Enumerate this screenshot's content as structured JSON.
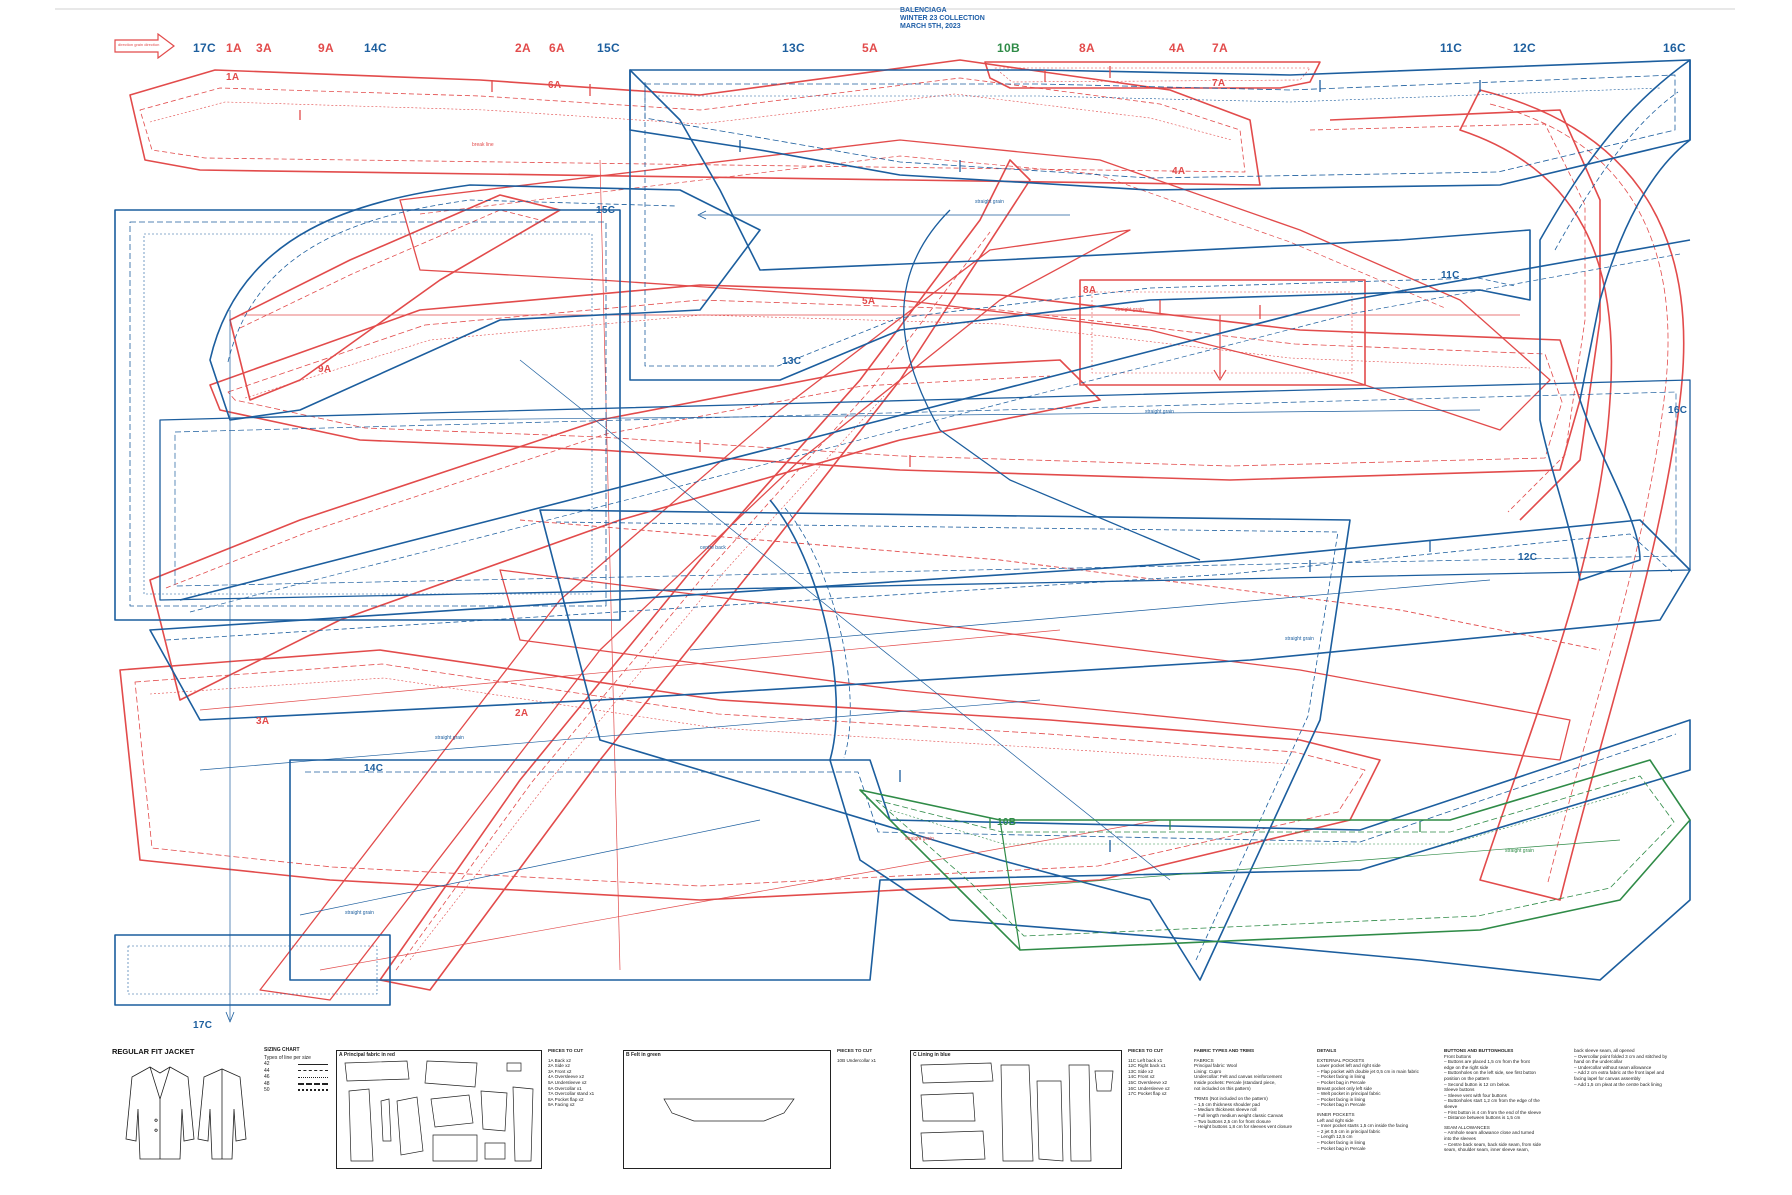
{
  "header": {
    "brand": "BALENCIAGA",
    "collection": "WINTER 23 COLLECTION",
    "date": "MARCH 5TH, 2023"
  },
  "direction_arrow": {
    "label": "direction grain direction",
    "icon": "arrow-right-icon"
  },
  "top_labels": [
    {
      "text": "17C",
      "color": "blue"
    },
    {
      "text": "1A",
      "color": "red"
    },
    {
      "text": "3A",
      "color": "red"
    },
    {
      "text": "9A",
      "color": "red"
    },
    {
      "text": "14C",
      "color": "blue"
    },
    {
      "text": "2A",
      "color": "red"
    },
    {
      "text": "6A",
      "color": "red"
    },
    {
      "text": "15C",
      "color": "blue"
    },
    {
      "text": "13C",
      "color": "blue"
    },
    {
      "text": "5A",
      "color": "red"
    },
    {
      "text": "10B",
      "color": "green"
    },
    {
      "text": "8A",
      "color": "red"
    },
    {
      "text": "4A",
      "color": "red"
    },
    {
      "text": "7A",
      "color": "red"
    },
    {
      "text": "11C",
      "color": "blue"
    },
    {
      "text": "12C",
      "color": "blue"
    },
    {
      "text": "16C",
      "color": "blue"
    }
  ],
  "piece_labels": [
    {
      "text": "1A",
      "color": "red"
    },
    {
      "text": "6A",
      "color": "red"
    },
    {
      "text": "7A",
      "color": "red"
    },
    {
      "text": "4A",
      "color": "red"
    },
    {
      "text": "15C",
      "color": "blue"
    },
    {
      "text": "8A",
      "color": "red"
    },
    {
      "text": "11C",
      "color": "blue"
    },
    {
      "text": "9A",
      "color": "red"
    },
    {
      "text": "5A",
      "color": "red"
    },
    {
      "text": "13C",
      "color": "blue"
    },
    {
      "text": "16C",
      "color": "blue"
    },
    {
      "text": "12C",
      "color": "blue"
    },
    {
      "text": "3A",
      "color": "red"
    },
    {
      "text": "2A",
      "color": "red"
    },
    {
      "text": "14C",
      "color": "blue"
    },
    {
      "text": "10B",
      "color": "green"
    },
    {
      "text": "17C",
      "color": "blue"
    }
  ],
  "grain_labels": [
    "straight grain",
    "straight grain",
    "straight grain",
    "straight grain",
    "straight grain",
    "straight grain",
    "straight grain",
    "straight grain",
    "centre back",
    "break line"
  ],
  "footer": {
    "jacket_title": "REGULAR FIT JACKET",
    "sizing": {
      "heading": "SIZING CHART",
      "subheading": "Types of line per size",
      "sizes": [
        "42",
        "44",
        "46",
        "48",
        "50"
      ]
    },
    "box_a": {
      "title": "A Principal fabric in red"
    },
    "pieces_a": {
      "heading": "PIECES TO CUT",
      "items": [
        "1A Back x2",
        "2A Side x2",
        "3A Front x2",
        "4A Oversleeve x2",
        "5A Undersleeve x2",
        "6A Overcollar x1",
        "7A Overcollar stand x1",
        "8A Pocket flap x2",
        "9A Facing x2"
      ]
    },
    "box_b": {
      "title": "B Felt in green"
    },
    "pieces_b": {
      "heading": "PIECES TO CUT",
      "items": [
        "10B Undercollar x1"
      ]
    },
    "box_c": {
      "title": "C Lining in blue"
    },
    "pieces_c": {
      "heading": "PIECES TO CUT",
      "items": [
        "11C Left back x1",
        "12C Right back x1",
        "13C Side x2",
        "14C Front x2",
        "15C Oversleeve x2",
        "16C Undersleeve x2",
        "17C Pocket flap x2"
      ]
    },
    "fabric": {
      "heading": "FABRIC TYPES AND TRIMS",
      "lines": [
        "FABRICS",
        "Principal fabric: Wool",
        "Lining: Cupro",
        "Undercollar: Felt and canvas reinforcement",
        "Inside pockets: Percale (standard piece,",
        "not included on this pattern)",
        "",
        "TRIMS (Not included on the pattern)",
        "– 1,5 cm thickness shoulder pad",
        "– Medium thickness sleeve roll",
        "– Full length medium weight classic Canvas",
        "– Two buttons 2,5 cm for front closure",
        "– Height buttons 1,8 cm for sleeves vent closure"
      ]
    },
    "details": {
      "heading": "DETAILS",
      "lines": [
        "EXTERNAL POCKETS",
        "Lower pocket left and right side",
        "– Flap pocket with double jet 0,5 cm in main fabric",
        "– Pocket facing in lining",
        "– Pocket bag in Percale",
        "Breast pocket only left side",
        "– Welt pocket in principal fabric",
        "",
        "– Pocket facing in lining",
        "– Pocket bag in Percale",
        "",
        "INNER POCKETS",
        "Left and right side",
        "– Inner pocket starts 1,5 cm inside the facing",
        "– 2 jet 0,5 cm in principal fabric",
        "– Length 12,5 cm",
        "– Pocket facing in lining",
        "– Pocket bag in Percale"
      ]
    },
    "buttons": {
      "heading": "BUTTONS AND BUTTONHOLES",
      "lines": [
        "Front buttons",
        "– Buttons are placed 1,5 cm from the front",
        "edge on the right side",
        "– Buttonholes on the left side, see first button",
        "position on the pattern",
        "– Second button is 12 cm below.",
        "Sleeve buttons",
        "– Sleeve vent with four buttons",
        "– Buttonholes start 1,2 cm from the edge of the",
        "sleeve",
        "– First button is 4 cm from the end of the sleeve",
        "– Distance between buttons is 1,5 cm",
        "",
        "SEAM ALLOWANCES",
        "– Armhole seam allowance close and turned",
        "into the sleeves",
        "– Centre back seam, back side seam, from side",
        "seam, shoulder seam, inner sleeve seam,"
      ]
    },
    "extra": {
      "lines": [
        "back sleeve seam, all opened",
        "– Overcollar point folded 3 cm and stitched by",
        "hand on the undercollar",
        "– Undercollar without seam allowance",
        "– Add 2 cm extra fabric at the front lapel and",
        "facing lapel for canvas assembly",
        "– Add 1,5 cm pleat at the centre back lining"
      ]
    }
  },
  "colors": {
    "red": "#e24b4b",
    "blue": "#1c5e9e",
    "green": "#2f8b47"
  }
}
